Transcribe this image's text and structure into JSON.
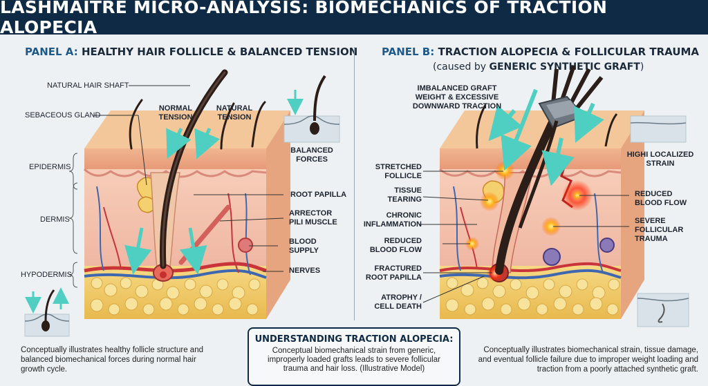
{
  "title": "LASHMAITRE MICRO-ANALYSIS: BIOMECHANICS OF TRACTION ALOPECIA",
  "panel_a": {
    "title_prefix": "PANEL A:",
    "title_rest": "HEALTHY HAIR FOLLICLE & BALANCED TENSION",
    "labels": {
      "natural_hair_shaft": "NATURAL HAIR SHAFT",
      "sebaceous_gland": "SEBACEOUS GLAND",
      "normal_tension_1": "NORMAL",
      "normal_tension_2": "TENSION",
      "natural_tension_1": "NATURAL",
      "natural_tension_2": "TENSION",
      "epidermis": "EPIDERMIS",
      "dermis": "DERMIS",
      "hypodermis": "HYPODERMIS",
      "root_papilla": "ROOT PAPILLA",
      "arrector_1": "ARRECTOR",
      "arrector_2": "PILI MUSCLE",
      "blood_1": "BLOOD",
      "blood_2": "SUPPLY",
      "nerves": "NERVES",
      "balanced_1": "BALANCED",
      "balanced_2": "FORCES"
    },
    "caption": "Conceptually illustrates healthy follicle structure and balanced biomechanical forces during normal hair growth cycle."
  },
  "panel_b": {
    "title_prefix": "PANEL B:",
    "title_rest": "TRACTION ALOPECIA & FOLLICULAR TRAUMA",
    "subtitle_pre": "(caused by ",
    "subtitle_bold": "GENERIC SYNTHETIC GRAFT",
    "subtitle_post": ")",
    "labels": {
      "imbalanced_1": "IMBALANCED GRAFT",
      "imbalanced_2": "WEIGHT & EXCESSIVE",
      "imbalanced_3": "DOWNWARD TRACTION",
      "stretched_1": "STRETCHED",
      "stretched_2": "FOLLICLE",
      "tissue_1": "TISSUE",
      "tissue_2": "TEARING",
      "chronic_1": "CHRONIC",
      "chronic_2": "INFLAMMATION",
      "reduced_left_1": "REDUCED",
      "reduced_left_2": "BLOOD FLOW",
      "fractured_1": "FRACTURED",
      "fractured_2": "ROOT PAPILLA",
      "atrophy_1": "ATROPHY /",
      "atrophy_2": "CELL DEATH",
      "high_strain_1": "HIGHI LOCALIZED",
      "high_strain_2": "STRAIN",
      "reduced_right_1": "REDUCED",
      "reduced_right_2": "BLOOD FLOW",
      "severe_1": "SEVERE",
      "severe_2": "FOLLICULAR",
      "severe_3": "TRAUMA"
    },
    "caption": "Conceptually illustrates biomechanical strain, tissue damage, and eventual follicle failure due to improper weight loading and traction from a poorly attached synthetic graft."
  },
  "understanding": {
    "heading": "UNDERSTANDING TRACTION ALOPECIA:",
    "text": "Conceptual biomechanical strain from generic, improperly loaded grafts leads to severe follicular trauma and hair loss. (Illustrative Model)"
  },
  "colors": {
    "header_bg": "#0f2a44",
    "skin": "#f1b48c",
    "dermis": "#f5c5b0",
    "fat": "#f2cf6a",
    "artery": "#c9343a",
    "vein": "#3f67b0",
    "tension_arrow": "#5fd6c8",
    "inflammation": "#ff9a1a"
  }
}
